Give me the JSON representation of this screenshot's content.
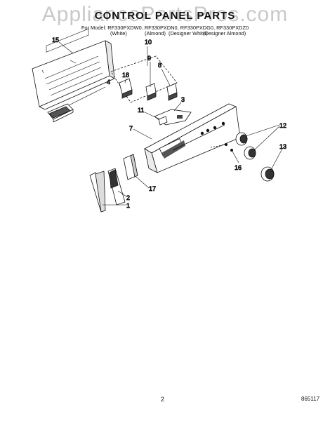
{
  "watermark": "AppliancePartsPros.com",
  "title": "CONTROL PANEL PARTS",
  "models_line": "For Model: RF330PXDW0, RF330PXDN0, RF330PXDG0, RF330PXDZ0",
  "variants": [
    "(White)",
    "(Almond)",
    "(Designer White)",
    "(Designer Almond)"
  ],
  "callouts": [
    "15",
    "10",
    "9",
    "8",
    "18",
    "4",
    "3",
    "11",
    "7",
    "12",
    "13",
    "16",
    "17",
    "2",
    "1"
  ],
  "page_number": "2",
  "diagram_code": "865117"
}
